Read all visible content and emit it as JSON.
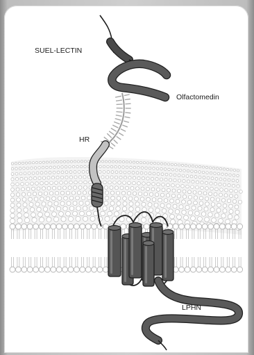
{
  "diagram": {
    "labels": {
      "suel_lectin": "SUEL-LECTIN",
      "olfactomedin": "Olfactomedin",
      "hr": "HR",
      "lphn": "LPHN"
    },
    "colors": {
      "domain_dark": "#4a4a4a",
      "domain_outline": "#1e1e1e",
      "hr_light": "#c2c2c2",
      "lipid": "#b4b4b4",
      "helix": "#555555"
    }
  }
}
